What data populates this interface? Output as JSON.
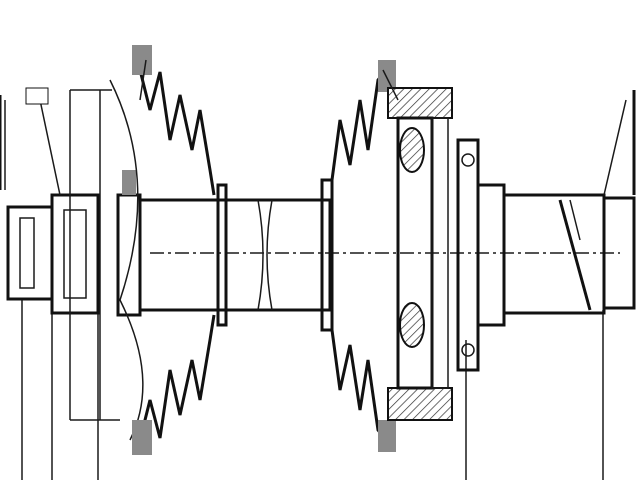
{
  "drawing": {
    "callouts": [
      {
        "id": "left-boot-clamp",
        "text": ""
      },
      {
        "id": "left-housing",
        "text": ""
      },
      {
        "id": "right-boot-clamp",
        "text": ""
      },
      {
        "id": "right-spline-end",
        "text": ""
      }
    ],
    "colors": {
      "line": "#111111",
      "hatch": "#8a8a8a",
      "background": "#ffffff"
    }
  }
}
